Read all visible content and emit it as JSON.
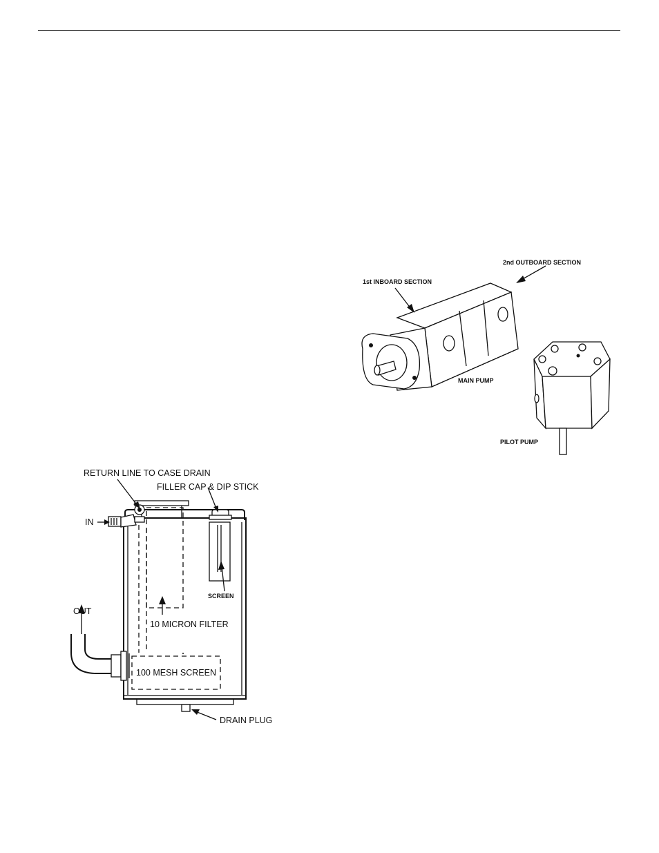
{
  "reservoir": {
    "labels": {
      "return_line": "RETURN LINE TO CASE DRAIN",
      "filler_cap": "FILLER CAP & DIP STICK",
      "in": "IN",
      "out": "OUT",
      "screen": "SCREEN",
      "micron_filter": "10 MICRON FILTER",
      "mesh_screen": "100 MESH SCREEN",
      "drain_plug": "DRAIN PLUG"
    }
  },
  "pumps": {
    "labels": {
      "outboard": "2nd OUTBOARD SECTION",
      "inboard": "1st INBOARD SECTION",
      "main_pump": "MAIN PUMP",
      "pilot_pump": "PILOT PUMP"
    }
  }
}
